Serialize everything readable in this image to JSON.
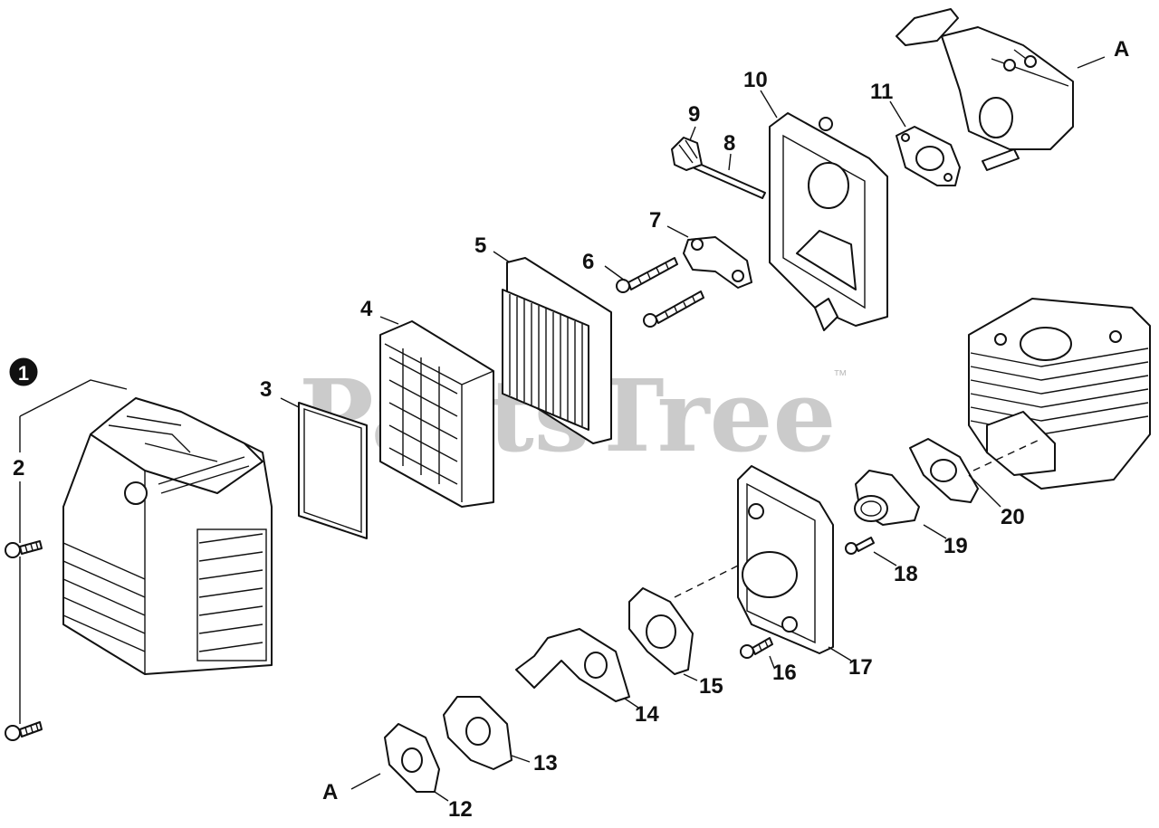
{
  "watermark": {
    "text": "PartsTree",
    "trademark": "™"
  },
  "callouts": {
    "c1": "1",
    "c2": "2",
    "c3": "3",
    "c4": "4",
    "c5": "5",
    "c6": "6",
    "c7": "7",
    "c8": "8",
    "c9": "9",
    "c10": "10",
    "c11": "11",
    "c12": "12",
    "c13": "13",
    "c14": "14",
    "c15": "15",
    "c16": "16",
    "c17": "17",
    "c18": "18",
    "c19": "19",
    "c20": "20",
    "ref_a_top": "A",
    "ref_a_bottom": "A"
  }
}
